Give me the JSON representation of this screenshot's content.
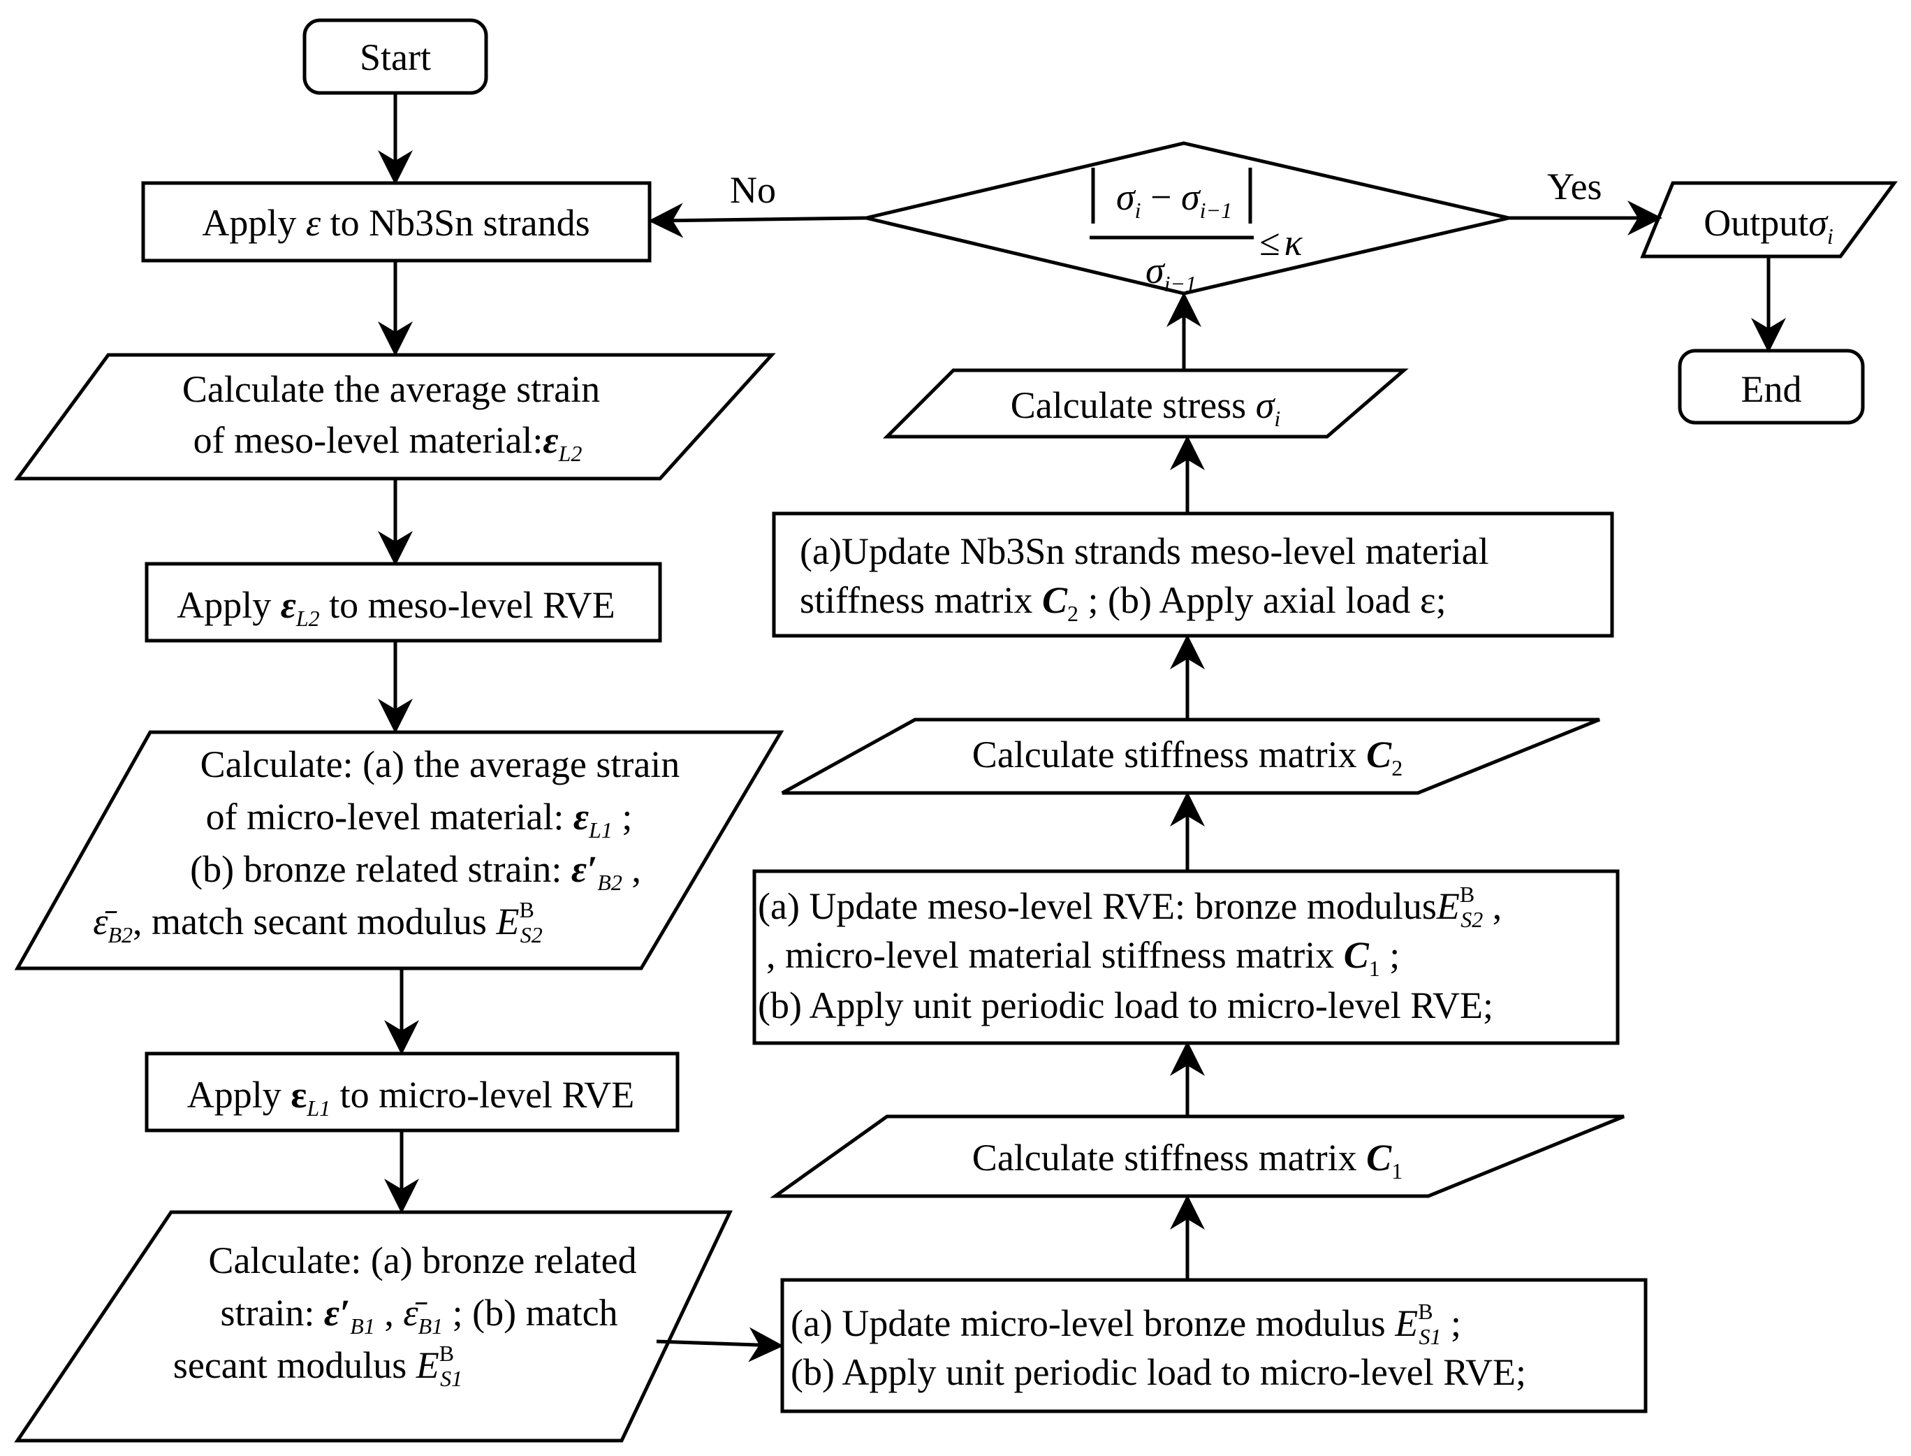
{
  "nodes": {
    "start": {
      "label": "Start"
    },
    "apply_strain": {
      "prefix": "Apply ",
      "symbol": "ε",
      "suffix": " to Nb3Sn strands"
    },
    "calc_meso_strain": {
      "line1": "Calculate the average strain",
      "line2": "of meso-level material:",
      "symbol": "ε",
      "symbol_sub": "L2"
    },
    "apply_meso_rve": {
      "prefix": "Apply ",
      "symbol": "ε",
      "symbol_sub": "L2",
      "suffix": " to meso-level RVE"
    },
    "calc_micro_strain": {
      "line1": "Calculate: (a) the average strain",
      "line2": "of micro-level material: ",
      "line2_symbol": "ε",
      "line2_sub": "L1",
      "line2_end": " ;",
      "line3": "(b) bronze related strain: ",
      "line3_symbol": "ε′",
      "line3_sub": "B2",
      "line3_end": " ,",
      "line4_symbol": "ε̄",
      "line4_sub": "B2",
      "line4": ", match secant modulus ",
      "line4_mod": "E",
      "line4_mod_sub": "S2",
      "line4_mod_sup": "B"
    },
    "apply_micro_rve": {
      "prefix": "Apply ",
      "symbol": "ε",
      "symbol_sub": "L1",
      "suffix": " to micro-level RVE"
    },
    "calc_bronze": {
      "line1": "Calculate: (a) bronze related",
      "line2a": "strain: ",
      "line2_sym1": "ε′",
      "line2_sub1": "B1",
      "line2b": " , ",
      "line2_sym2": "ε̄",
      "line2_sub2": "B1",
      "line2c": " ; (b) match",
      "line3": "secant modulus ",
      "line3_mod": "E",
      "line3_mod_sub": "S1",
      "line3_mod_sup": "B"
    },
    "update_micro_bronze": {
      "line1": "(a) Update micro-level bronze modulus ",
      "line1_mod": "E",
      "line1_mod_sub": "S1",
      "line1_mod_sup": "B",
      "line1_end": " ;",
      "line2": "(b) Apply unit periodic load to micro-level RVE;"
    },
    "calc_c1": {
      "label": "Calculate stiffness matrix ",
      "symbol": "C",
      "symbol_sub": "1"
    },
    "update_meso_rve": {
      "line1": "(a) Update meso-level RVE: bronze modulus",
      "line1_mod": "E",
      "line1_mod_sub": "S2",
      "line1_mod_sup": "B",
      "line1_end": " ,",
      "line2": ", micro-level material stiffness matrix ",
      "line2_symbol": "C",
      "line2_sub": "1",
      "line2_end": " ;",
      "line3": "(b) Apply unit periodic load to micro-level RVE;"
    },
    "calc_c2": {
      "label": "Calculate stiffness matrix ",
      "symbol": "C",
      "symbol_sub": "2"
    },
    "update_nb3sn": {
      "line1": "(a)Update Nb3Sn strands meso-level material",
      "line2": "stiffness matrix ",
      "line2_symbol": "C",
      "line2_sub": "2",
      "line2_end": " ; (b) Apply axial load ε;"
    },
    "calc_stress": {
      "label": "Calculate stress  ",
      "symbol": "σ",
      "symbol_sub": "i"
    },
    "decision": {
      "num": "σ",
      "num_sub1": "i",
      "minus": " − ",
      "num2": "σ",
      "num_sub2": "i−1",
      "den": "σ",
      "den_sub": "i−1",
      "rel": "≤",
      "kappa": "κ"
    },
    "output": {
      "label": "Output",
      "symbol": "σ",
      "symbol_sub": "i"
    },
    "end": {
      "label": "End"
    }
  },
  "edges": {
    "no_label": "No",
    "yes_label": "Yes"
  }
}
